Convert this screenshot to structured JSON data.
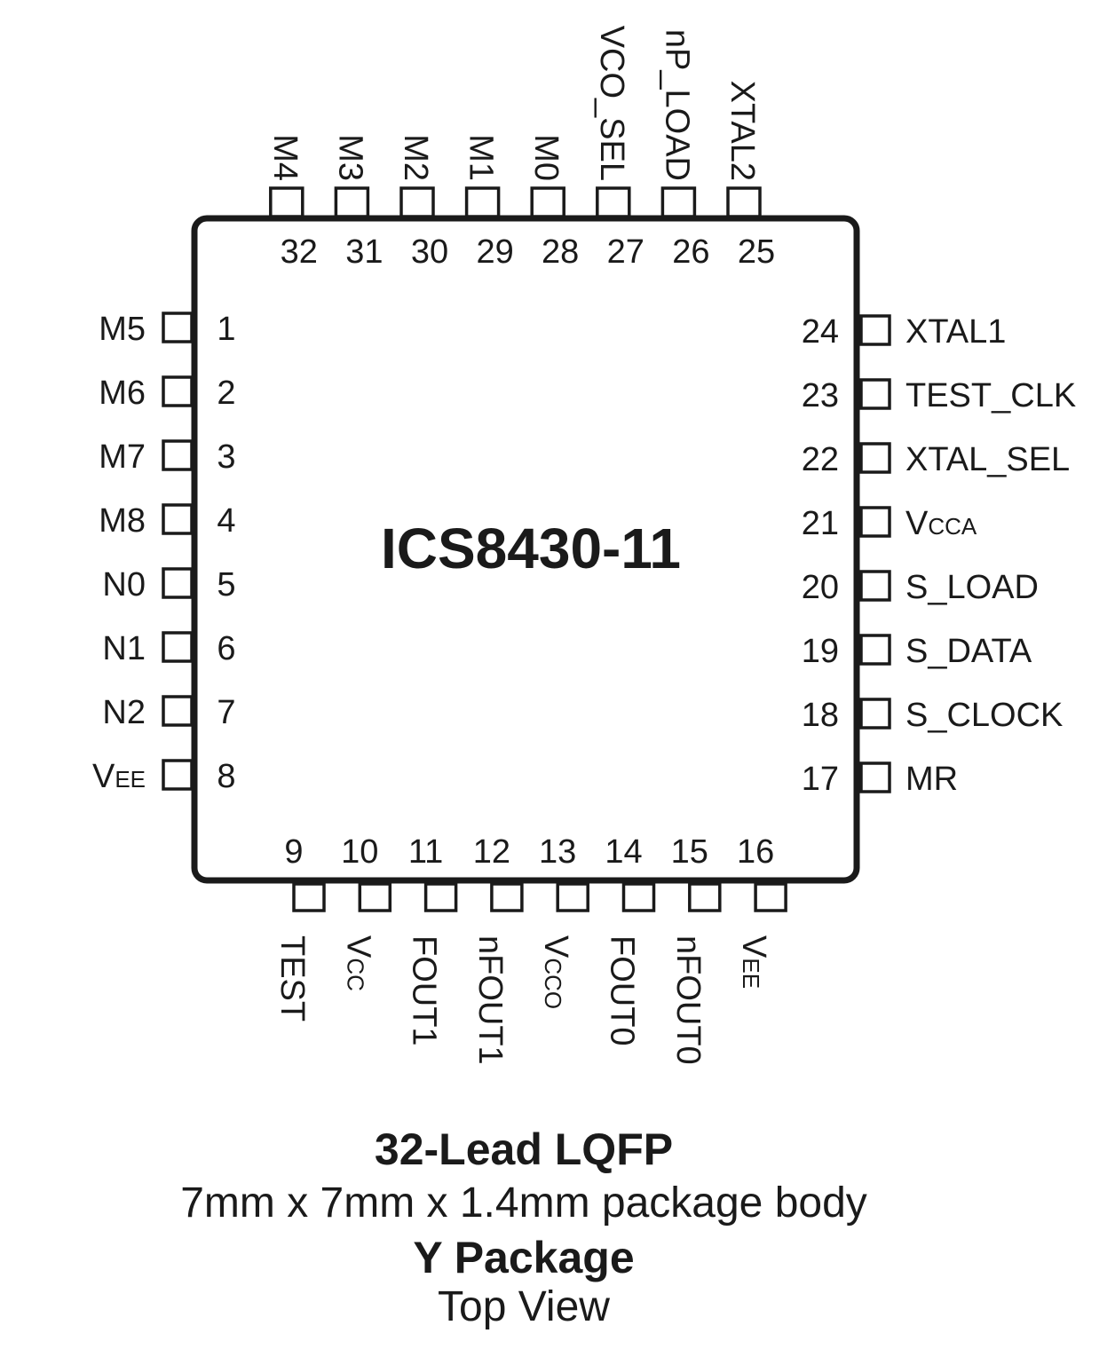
{
  "chip": {
    "name": "ICS8430-11"
  },
  "pins": {
    "left": [
      {
        "num": "1",
        "label": "M5"
      },
      {
        "num": "2",
        "label": "M6"
      },
      {
        "num": "3",
        "label": "M7"
      },
      {
        "num": "4",
        "label": "M8"
      },
      {
        "num": "5",
        "label": "N0"
      },
      {
        "num": "6",
        "label": "N1"
      },
      {
        "num": "7",
        "label": "N2"
      },
      {
        "num": "8",
        "label": "V",
        "sub": "EE"
      }
    ],
    "bottom": [
      {
        "num": "9",
        "label": "TEST"
      },
      {
        "num": "10",
        "label": "V",
        "sub": "CC"
      },
      {
        "num": "11",
        "label": "FOUT1"
      },
      {
        "num": "12",
        "label": "nFOUT1"
      },
      {
        "num": "13",
        "label": "V",
        "sub": "CCO"
      },
      {
        "num": "14",
        "label": "FOUT0"
      },
      {
        "num": "15",
        "label": "nFOUT0"
      },
      {
        "num": "16",
        "label": "V",
        "sub": "EE"
      }
    ],
    "right": [
      {
        "num": "17",
        "label": "MR"
      },
      {
        "num": "18",
        "label": "S_CLOCK"
      },
      {
        "num": "19",
        "label": "S_DATA"
      },
      {
        "num": "20",
        "label": "S_LOAD"
      },
      {
        "num": "21",
        "label": "V",
        "sub": "CCA"
      },
      {
        "num": "22",
        "label": "XTAL_SEL"
      },
      {
        "num": "23",
        "label": "TEST_CLK"
      },
      {
        "num": "24",
        "label": "XTAL1"
      }
    ],
    "top": [
      {
        "num": "25",
        "label": "XTAL2"
      },
      {
        "num": "26",
        "label": "nP_LOAD"
      },
      {
        "num": "27",
        "label": "VCO_SEL"
      },
      {
        "num": "28",
        "label": "M0"
      },
      {
        "num": "29",
        "label": "M1"
      },
      {
        "num": "30",
        "label": "M2"
      },
      {
        "num": "31",
        "label": "M3"
      },
      {
        "num": "32",
        "label": "M4"
      }
    ]
  },
  "caption": {
    "title": "32-Lead LQFP",
    "dimensions": "7mm x 7mm x 1.4mm package body",
    "package": "Y Package",
    "view": "Top View"
  }
}
